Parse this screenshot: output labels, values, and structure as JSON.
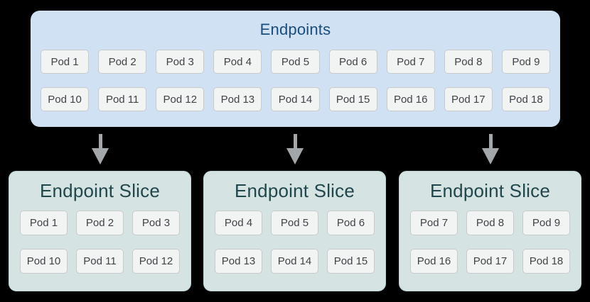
{
  "colors": {
    "background": "#000000",
    "endpoints_box_fill": "#cfe1f3",
    "endpoints_title_text": "#1a4d7c",
    "slice_box_fill": "#d6e3e3",
    "slice_title_text": "#20474c",
    "pod_chip_fill": "#f2f3f3",
    "pod_chip_border": "#c8cbcc",
    "pod_text": "#3f4448",
    "arrow_gray": "#a4a7aa"
  },
  "endpoints": {
    "title": "Endpoints",
    "pods": [
      "Pod 1",
      "Pod 2",
      "Pod 3",
      "Pod 4",
      "Pod 5",
      "Pod 6",
      "Pod 7",
      "Pod 8",
      "Pod 9",
      "Pod 10",
      "Pod 11",
      "Pod 12",
      "Pod 13",
      "Pod 14",
      "Pod 15",
      "Pod 16",
      "Pod 17",
      "Pod 18"
    ]
  },
  "arrows": [
    {
      "icon": "down-arrow"
    },
    {
      "icon": "down-arrow"
    },
    {
      "icon": "down-arrow"
    }
  ],
  "slices": [
    {
      "title": "Endpoint Slice",
      "pods": [
        "Pod 1",
        "Pod 2",
        "Pod 3",
        "Pod 10",
        "Pod 11",
        "Pod 12"
      ]
    },
    {
      "title": "Endpoint Slice",
      "pods": [
        "Pod 4",
        "Pod 5",
        "Pod 6",
        "Pod 13",
        "Pod 14",
        "Pod 15"
      ]
    },
    {
      "title": "Endpoint Slice",
      "pods": [
        "Pod 7",
        "Pod 8",
        "Pod 9",
        "Pod 16",
        "Pod 17",
        "Pod 18"
      ]
    }
  ]
}
